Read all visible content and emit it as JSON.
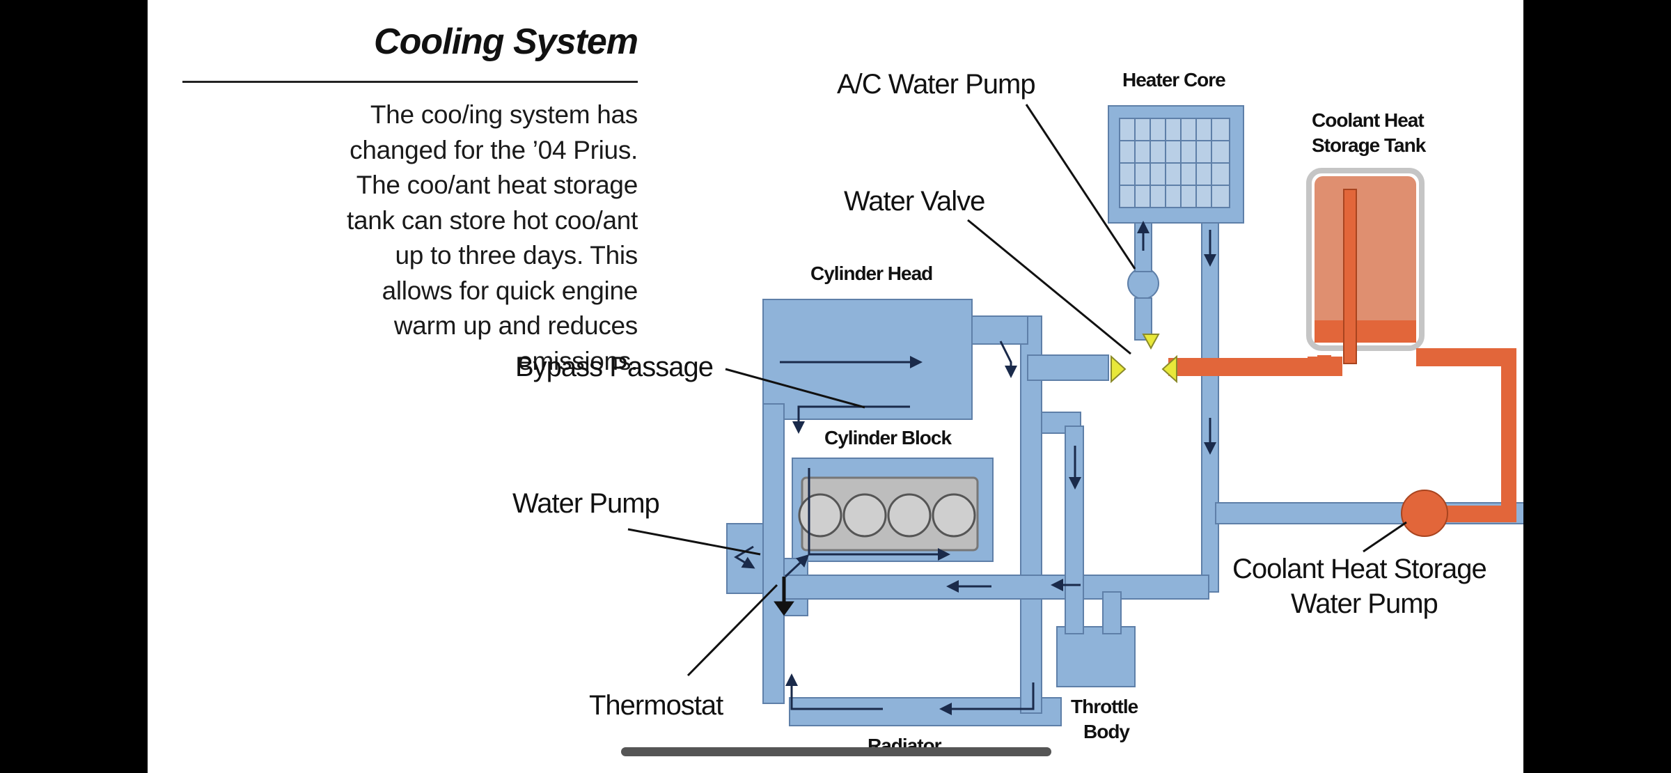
{
  "slide": {
    "title": "Cooling System",
    "description_lines": [
      "The coo/ing system has",
      "changed for the ’04 Prius.",
      "The coo/ant heat storage",
      "tank can store hot coo/ant",
      "up to three days. This",
      "allows for quick engine",
      "warm up and reduces",
      "emissions."
    ]
  },
  "diagram": {
    "labels": {
      "ac_water_pump": "A/C Water Pump",
      "heater_core": "Heater Core",
      "coolant_heat_storage_tank_line1": "Coolant Heat",
      "coolant_heat_storage_tank_line2": "Storage Tank",
      "water_valve": "Water Valve",
      "cylinder_head": "Cylinder Head",
      "bypass_passage": "Bypass Passage",
      "cylinder_block": "Cylinder Block",
      "water_pump": "Water Pump",
      "coolant_heat_storage_water_pump_line1": "Coolant Heat Storage",
      "coolant_heat_storage_water_pump_line2": "Water Pump",
      "thermostat": "Thermostat",
      "throttle_body_line1": "Throttle",
      "throttle_body_line2": "Body",
      "radiator": "Radiator"
    },
    "colors": {
      "coolant_cold": "#8fb3d9",
      "coolant_hot": "#e2663a",
      "tank_fill": "#df8f70",
      "valve": "#e8e83a"
    }
  }
}
